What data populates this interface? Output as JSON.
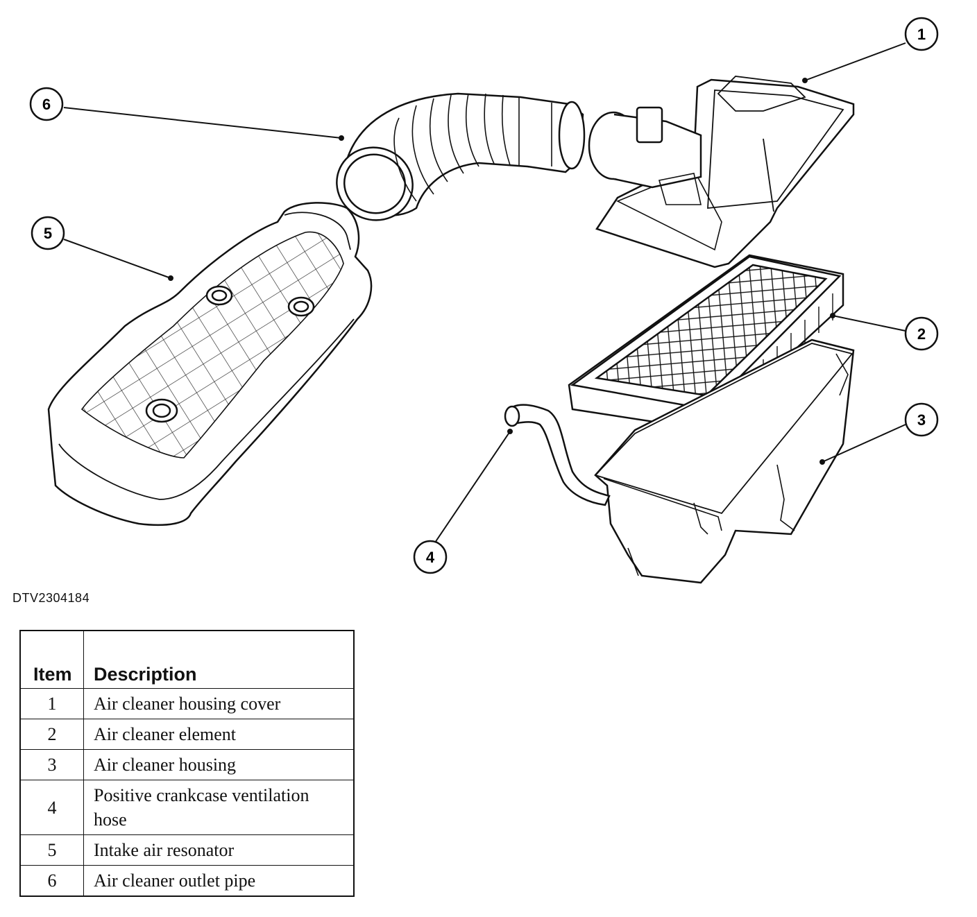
{
  "figure_id": "DTV2304184",
  "callouts": [
    "1",
    "2",
    "3",
    "4",
    "5",
    "6"
  ],
  "table": {
    "headers": {
      "item": "Item",
      "description": "Description"
    },
    "rows": [
      {
        "item": "1",
        "description": "Air cleaner housing cover"
      },
      {
        "item": "2",
        "description": "Air cleaner element"
      },
      {
        "item": "3",
        "description": "Air cleaner housing"
      },
      {
        "item": "4",
        "description": "Positive crankcase ventilation hose"
      },
      {
        "item": "5",
        "description": "Intake air resonator"
      },
      {
        "item": "6",
        "description": "Air cleaner outlet pipe"
      }
    ]
  }
}
